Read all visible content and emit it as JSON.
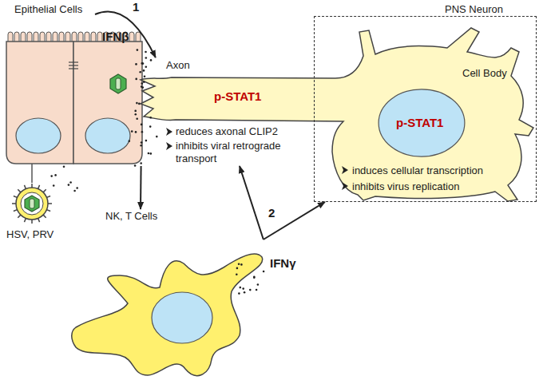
{
  "diagram": {
    "nodes": [
      {
        "text": [
          "Epithelial Cells"
        ]
      },
      {
        "text": [
          "PNS Neuron",
          "Cell Body",
          "induces cellular transcription",
          "inhibits virus replication"
        ]
      },
      {
        "text": [
          "p-STAT1"
        ],
        "in": 1
      },
      {
        "text": [
          "Axon",
          "p-STAT1",
          "reduces axonal CLIP2",
          "inhibits viral retrograde transport"
        ]
      },
      {
        "text": [
          "HSV, PRV"
        ]
      },
      {
        "text": [
          "NK, T Cells"
        ]
      },
      {
        "text": [
          "IFNγ"
        ]
      }
    ],
    "edges": [
      {
        "from": 0,
        "to": 3,
        "label": "IFNβ",
        "arrow": "to"
      },
      {
        "from": 0,
        "to": 5,
        "arrow": "to"
      },
      {
        "from": 6,
        "to": 3,
        "arrow": "to"
      },
      {
        "from": 6,
        "to": 1,
        "arrow": "to"
      }
    ],
    "labels": [
      "1",
      "2"
    ]
  }
}
